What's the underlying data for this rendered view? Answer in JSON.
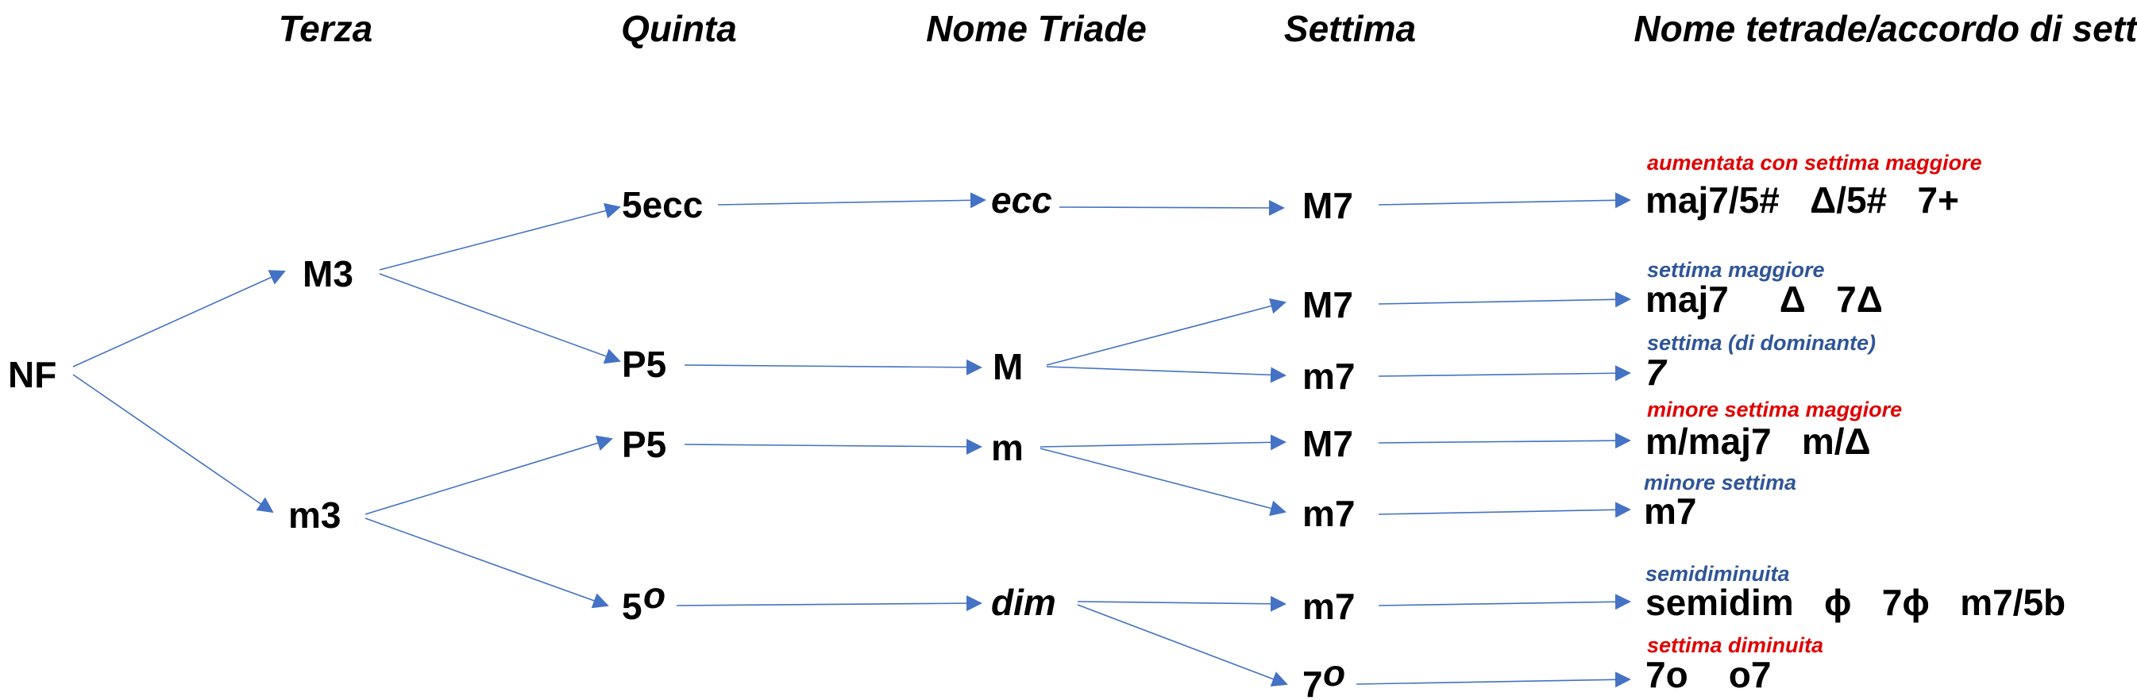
{
  "colors": {
    "arrow": "#4472c4",
    "label_blue": "#2f5597",
    "label_red": "#e00000",
    "text": "#000000"
  },
  "headers": {
    "terza": "Terza",
    "quinta": "Quinta",
    "nome_triade": "Nome Triade",
    "settima": "Settima",
    "nome_tetrade": "Nome tetrade/accordo di settima"
  },
  "nodes": {
    "root": "NF",
    "third_major": "M3",
    "third_minor": "m3",
    "fifth_aug": "5ecc",
    "fifth_perfect_major": "P5",
    "fifth_perfect_minor": "P5",
    "fifth_dim_base": "5",
    "fifth_dim_sup": "o",
    "triad_aug": "ecc",
    "triad_major": "M",
    "triad_minor": "m",
    "triad_dim": "dim",
    "seventh_aug_M7": "M7",
    "seventh_major_M7": "M7",
    "seventh_major_m7": "m7",
    "seventh_minor_M7": "M7",
    "seventh_minor_m7": "m7",
    "seventh_dim_m7": "m7",
    "seventh_dim_base": "7",
    "seventh_dim_sup": "o"
  },
  "chords": [
    {
      "label": "aumentata con settima maggiore",
      "label_color": "red",
      "symbols": "maj7/5#   Δ/5#   7+"
    },
    {
      "label": "settima maggiore",
      "label_color": "blue",
      "symbols": "maj7     Δ   7Δ"
    },
    {
      "label": "settima (di dominante)",
      "label_color": "blue",
      "symbols": "7"
    },
    {
      "label": "minore settima maggiore",
      "label_color": "red",
      "symbols": "m/maj7   m/Δ"
    },
    {
      "label": "minore settima",
      "label_color": "blue",
      "symbols": "m7"
    },
    {
      "label": "semidiminuita",
      "label_color": "blue",
      "symbols": "semidim   ϕ   7ϕ   m7/5b"
    },
    {
      "label": "settima diminuita",
      "label_color": "red",
      "symbols": "7o    o7"
    }
  ]
}
